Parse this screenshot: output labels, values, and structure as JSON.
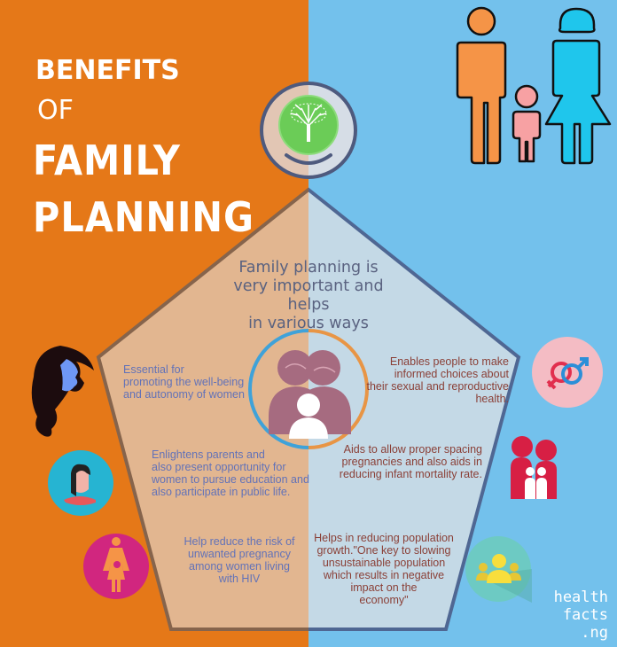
{
  "title": {
    "line1": "BENEFITS",
    "line2": "OF",
    "line3": "FAMILY",
    "line4": "PLANNING"
  },
  "intro": {
    "line1": "Family planning is",
    "line2": "very important and helps",
    "line3": "in various ways"
  },
  "benefits_left": [
    {
      "lines": [
        "Essential for",
        "promoting the well-being",
        "and autonomy of women"
      ]
    },
    {
      "lines": [
        "Enlightens parents and",
        "also present opportunity for",
        "women to pursue education and",
        "also participate in public life."
      ]
    },
    {
      "lines": [
        "Help reduce the risk of",
        "unwanted pregnancy",
        "among women living",
        "with HIV"
      ]
    }
  ],
  "benefits_right": [
    {
      "lines": [
        "Enables people to make",
        "informed choices about",
        "their sexual and reproductive",
        "health."
      ]
    },
    {
      "lines": [
        "Aids to allow proper spacing",
        "pregnancies and also aids in",
        "reducing infant mortality rate."
      ]
    },
    {
      "lines": [
        "Helps in reducing population",
        "growth.\"One key to slowing",
        "unsustainable population",
        "which results in negative",
        "impact on the",
        "economy\""
      ]
    }
  ],
  "brand": {
    "line1": "health",
    "line2": "facts",
    "line3": ".ng"
  },
  "icons": {
    "top_center": "tree-icon",
    "top_right": "family-figures-icon",
    "center": "parents-child-icon",
    "left_1": "woman-silhouette-icon",
    "left_2": "woman-avatar-icon",
    "left_3": "pregnant-woman-icon",
    "right_1": "gender-symbols-icon",
    "right_2": "family-icon",
    "right_3": "group-icon"
  },
  "colors": {
    "left_bg": "#e57818",
    "right_bg": "#73c1ec",
    "pentagon_left": "#e2b690",
    "pentagon_right": "#c4d9e6",
    "text_blue": "#6272b8",
    "text_brown": "#8a3f36"
  }
}
